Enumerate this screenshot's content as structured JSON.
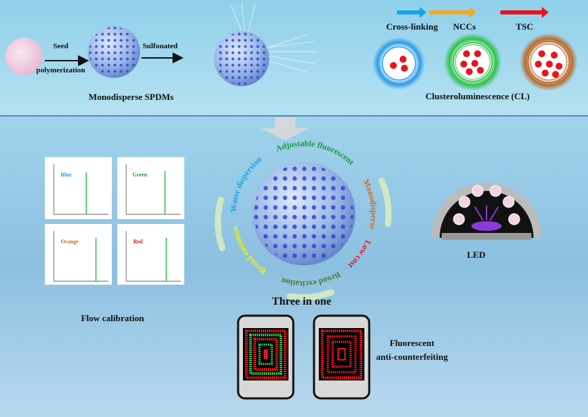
{
  "top_left": {
    "step1_top": "Seed",
    "step1_bottom": "polymerization",
    "step2": "Sulfonated",
    "caption": "Monodisperse SPDMs"
  },
  "top_right": {
    "steps": [
      "Cross-linking",
      "NCCs",
      "TSC"
    ],
    "step_colors": [
      "#1aa3e8",
      "#f5a623",
      "#e8141c"
    ],
    "caption": "Clusteroluminescence (CL)"
  },
  "center": {
    "features": [
      "Adjustable fluorescent",
      "Monodisperse",
      "Low cost",
      "Broad excitation",
      "Broad emission",
      "Water dispersion"
    ],
    "feature_colors": [
      "#1c9a3c",
      "#d2691e",
      "#e8141c",
      "#4a7a2a",
      "#f2f20a",
      "#1aa3e8"
    ],
    "caption": "Three in one"
  },
  "flow": {
    "panels": [
      {
        "label": "Blue",
        "color": "#1aa3e8"
      },
      {
        "label": "Green",
        "color": "#1c9a3c"
      },
      {
        "label": "Orange",
        "color": "#d2691e"
      },
      {
        "label": "Red",
        "color": "#e8141c"
      }
    ],
    "caption": "Flow calibration"
  },
  "led": {
    "caption": "LED"
  },
  "anticounterfeit": {
    "caption_line1": "Fluorescent",
    "caption_line2": "anti-counterfeiting"
  }
}
